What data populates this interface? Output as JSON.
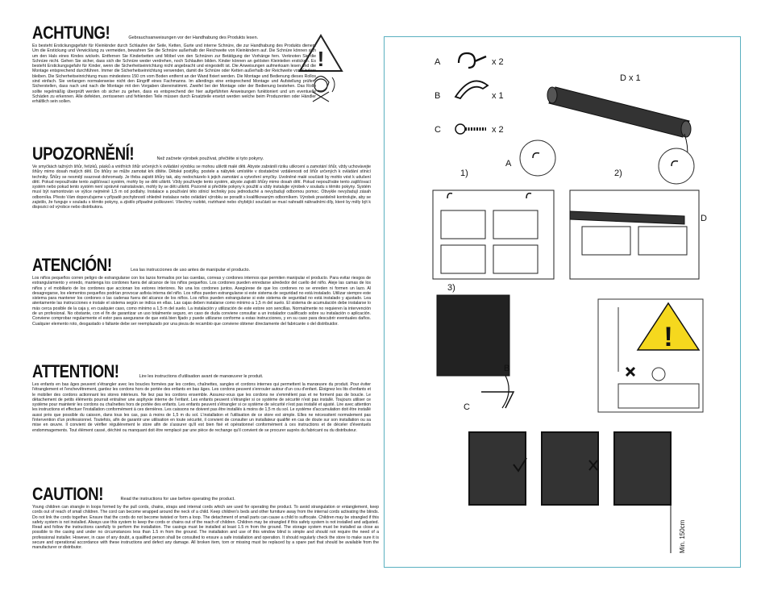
{
  "sections": [
    {
      "heading": "ACHTUNG!",
      "sub": "Gebrauchsanweisungen vor der Handhabung des Produkts lesen.",
      "body": "Es besteht Erstickungsgefahr für Kleinkinder durch Schlaufen der Seile, Ketten, Gurte und interne Schnüre, die zur Handhabung des Produkts dienen. Um die Erstickung und Verwicklung zu vermeiden, bewahren Sie die Schnüre außerhalb der Reichweite von Kleinkindern auf. Die Schnüre können sich um den Hals eines Kindes wickeln. Entfernen Sie Kinderbetten und Möbel von den Schnüren zur Betätigung der Vorhänge fern. Verknoten Sie die Schnüre nicht. Gehen Sie sicher, dass sich die Schnüre weder verdrehen, noch Schlaufen bilden. Kinder können an gelösten Kleinteilen ersticken. Es besteht Erstickungsgefahr für Kinder, wenn die Sicherheitseinrichtung nicht angebracht und eingestellt ist. Die Anweisungen aufmerksam lesen und die Montage entsprechend durchführen. Immer die Sicherheitseinrichtung verwenden, damit die Schnüre oder Ketten außerhalb der Reichweite von Kindern bleiben. Die Sicherheitseinrichtung muss mindestens 150 cm vom Boden entfernt an der Wand fixiert werden. Die Montage und Bedienung dieses Rollos sind einfach. Sie verlangen normalerweise nicht den Eingriff eines Fachmanns. Im allerdings eine entsprechend Montage und Aufstellung prüfen. Sicherstellen, dass nach und nach die Montage mit den Vorgaben übereinstimmt. Zweifel bei der Montage oder der Bedienung bestehen. Das Rollo sollte regelmäßig überprüft werden ob sicher zu gehen, dass es entsprechend der hier aufgeführten Anweisungen funktioniert und um eventuelle Schäden zu erkennen. Alle defekten, zerrissenen und fehlenden Teile müssen durch Ersatzteile ersetzt werden welche beim Produzenten oder Händler erhältlich sein sollen."
    },
    {
      "heading": "UPOZORNĚNÍ!",
      "sub": "Než začnete výrobek používat, přečtěte si tyto pokyny.",
      "body": "Ve smyčkách tažných šňůr, řetízků, pásků a vnitřních šňůr určených k ovládání výrobku se mohou uškrtit malé děti. Abyste zabránili riziku uškrcení a zamotání šňůr, vždy uchovávejte šňůry mimo dosah malých dětí. Do šňůry se může zamotat krk dítěte. Dětské postýlky, postele a nábytek umístěte v dostatečné vzdálenosti od šňůr určených k ovládání stínicí techniky. Šňůry se nesmějí svazovat dohromady. Je třeba zajistit šňůry tak, aby nedocházelo k jejich zamotání a vytvoření smyčky. Uvolněné malé součásti by mohlo vést k udušení dětí. Pokud nepoužíváte tento zajišťovací systém, mohly by se děti uškrtit. Vždy používejte tento systém, abyste zajistili šňůry mimo dosah dětí. Pokud nepoužíváte tento zajišťovací systém nebo pokud tento systém není správně nainstalován, mohly by se děti uškrtit. Pozorně si přečtěte pokyny k použití a vždy instalujte výrobek v souladu s těmito pokyny. Systém musí být namontován ve výšce nejméně 1,5 m od podlahy. Instalace a používání této stínicí techniky jsou jednoduché a nevyžadují odbornou pomoc. Obvykle nevyžadují zásah odborníka. Přesto Vám doporučujeme v případě pochybností ohledně instalace nebo ovládání výrobku se poradit s kvalifikovaným odborníkem. Výrobek pravidelně kontrolujte, aby se zajistilo, že funguje v souladu s těmito pokyny, a zjistilo případné poškození. Všechny rozbité, roztrhané nebo chybějící součásti se musí nahradit náhradními díly, které by měly být k dispozici od výrobce nebo distributora."
    },
    {
      "heading": "ATENCIÓN!",
      "sub": "Lea las instrucciones de uso antes de manipular el producto.",
      "body": "Los niños pequeños corren peligro de estrangularse con los lazos formados por las cuerdas, correas y cordones internos que permiten manipular el producto. Para evitar riesgos de estrangulamiento y enredo, mantenga los cordones fuera del alcance de los niños pequeños. Los cordones pueden enredarse alrededor del cuello del niño. Aleje las camas de los niños y el mobiliario de los cordones que accionan los estores interiores. No una los cordones juntos. Asegúrese de que los cordones no se enreden ni formen un lazo. Al desagregarse, los elementos pequeños podrían provocar asfixia interna del niño. Los niños pueden estrangularse si este sistema de seguridad no está instalado. Utilizar siempre este sistema para mantener los cordones o las cadenas fuera del alcance de los niños. Los niños pueden estrangularse si este sistema de seguridad no está instalado y ajustado. Lea atentamente las instrucciones e instale el sistema según se indica en ellas. Las cajas deben instalarse como mínimo a 1,5 m del suelo. El sistema de acumulación debe instalarse lo más cerca posible de la caja y, en cualquier caso, como mínimo a 1,5 m del suelo. La instalación y utilización de este estore son sencillas. Normalmente no requieren la intervención de un profesional. No obstante, con el fin de garantizar un uso totalmente seguro, en caso de duda conviene consultar a un instalador cualificado sobre su instalación o aplicación. Conviene comprobar regularmente el estor para asegurarse de que está bien fijado y puede utilizarse conforme a estas instrucciones, y en su caso para descubrir eventuales daños. Cualquier elemento roto, desgastado o faltante debe ser reemplazado por una pieza de recambio que conviene obtener directamente del fabricante o del distribuidor."
    },
    {
      "heading": "ATTENTION!",
      "sub": "Lire les instructions d'utilisation avant de manœuvrer le produit.",
      "body": "Les enfants en bas âges peuvent s'étrangler avec les boucles formées par les cordes, chaînettes, sangles et cordons internes qui permettent la manœuvre du produit. Pour éviter l'étranglement et l'enchevêtrement, gardez les cordons hors de portée des enfants en bas âges. Les cordons peuvent s'enrouler autour d'un cou d'enfant. Éloignez les lits d'enfants et le mobilier des cordons actionnant les stores intérieurs. Ne liez pas les cordons ensemble. Assurez-vous que les cordons ne s'emmêlent pas et ne forment pas de boucle. Le détachement de petits éléments pourrait entraîner une asphyxie interne de l'enfant. Les enfants peuvent s'étrangler si ce système de sécurité n'est pas installé. Toujours utiliser ce système pour maintenir les cordons ou chaînettes hors de portée des enfants. Les enfants peuvent s'étrangler si ce système de sécurité n'est pas installé et ajusté. Lire avec attention les instructions et effectuer l'installation conformément à ces dernières. Les caissons ne doivent pas être installés à moins de 1,5 m du sol. Le système d'accumulation doit être installé aussi près que possible du caisson, dans tous les cas, pas à moins de 1,5 m du sol. L'installation et l'utilisation de ce store est simple. Elles ne nécessitent normalement pas l'intervention d'un professionnel. Toutefois, afin de garantir une utilisation en toute sécurité, il convient de consulter un installateur qualifié en cas de doute sur son installation ou sa mise en œuvre. Il convient de vérifier régulièrement le store afin de s'assurer qu'il est bien fixé et opérationnel conformément à ces instructions et de déceler d'éventuels endommagements. Tout élément cassé, déchiré ou manquant doit être remplacé par une pièce de rechange qu'il convient de se procurer auprès du fabricant ou du distributeur."
    },
    {
      "heading": "CAUTION!",
      "sub": "Read the instructions for use before operating the product.",
      "body": "Young children can strangle in loops formed by the pull cords, chains, straps and internal cords which are used for operating the product. To avoid strangulation or entanglement, keep cords out of reach of small children. The cord can become wrapped around the neck of a child. Keep children's beds and other furniture away from the internal cords activating the blinds. Do not link the cords together. Ensure that the cords do not become twisted or form a loop. The detachment of small parts can cause a child to suffocate. Children may be strangled if this safety system is not installed. Always use this system to keep the cords or chains out of the reach of children. Children may be strangled if this safety system is not installed and adjusted. Read and follow the instructions carefully to perform the installation. The casings must be installed at least 1.5 m from the ground. The storage system must be installed as close as possible to the casing and under no circumstances less than 1.5 m from the ground. The installation and use of this window blind is simple and should not require the need of a professional installer. However, in case of any doubt, a qualified person shall be consulted to ensure a safe installation and operation. It should regularly check the store to make sure it is secure and operational accordance with these instructions and defect any damage. All broken item, torn or missing must be replaced by a spare part that should be available from the manufacturer or distributor."
    }
  ],
  "diagram": {
    "parts": [
      {
        "letter": "A",
        "qty": "x 2"
      },
      {
        "letter": "B",
        "qty": "x 1"
      },
      {
        "letter": "C",
        "qty": "x 2"
      }
    ],
    "part_d": "D x 1",
    "step1": "1)",
    "step2": "2)",
    "step3": "3)",
    "callout_a": "A",
    "callout_d": "D",
    "callout_b": "B",
    "callout_c": "C",
    "min_height": "Min. 150cm"
  }
}
